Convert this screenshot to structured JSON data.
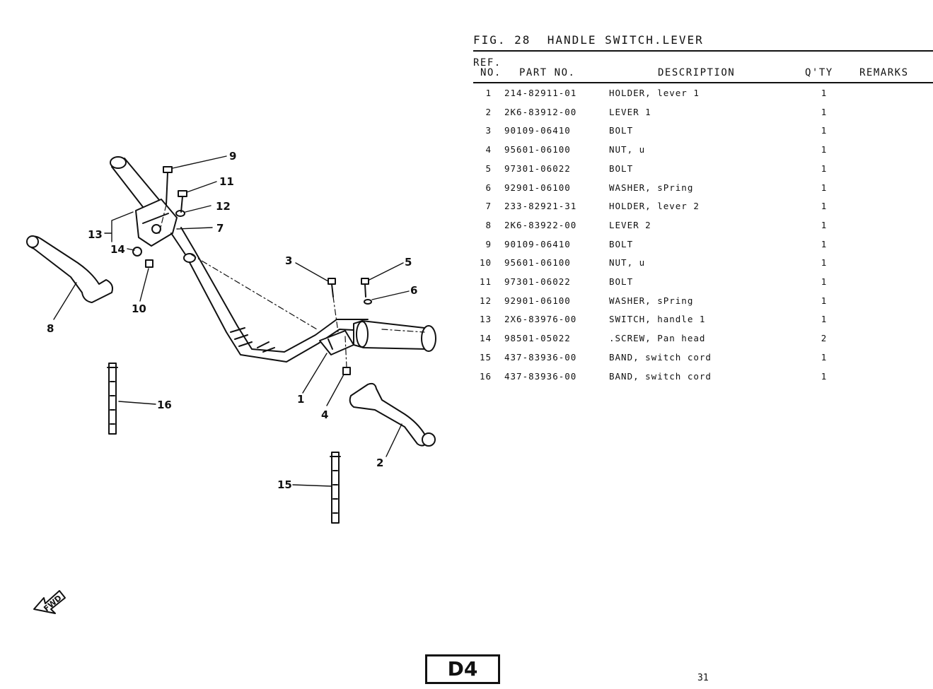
{
  "figure": {
    "title": "FIG. 28  HANDLE SWITCH.LEVER"
  },
  "table": {
    "headers": {
      "ref_line1": "REF.",
      "ref_line2": "NO.",
      "part_no": "PART NO.",
      "description": "DESCRIPTION",
      "qty": "Q'TY",
      "remarks": "REMARKS"
    },
    "rows": [
      {
        "ref": "1",
        "part": "214-82911-01",
        "desc": "HOLDER, lever 1",
        "qty": "1"
      },
      {
        "ref": "2",
        "part": "2K6-83912-00",
        "desc": "LEVER 1",
        "qty": "1"
      },
      {
        "ref": "3",
        "part": "90109-06410",
        "desc": "BOLT",
        "qty": "1"
      },
      {
        "ref": "4",
        "part": "95601-06100",
        "desc": "NUT, u",
        "qty": "1"
      },
      {
        "ref": "5",
        "part": "97301-06022",
        "desc": "BOLT",
        "qty": "1"
      },
      {
        "ref": "6",
        "part": "92901-06100",
        "desc": "WASHER, sPring",
        "qty": "1"
      },
      {
        "ref": "7",
        "part": "233-82921-31",
        "desc": "HOLDER, lever 2",
        "qty": "1"
      },
      {
        "ref": "8",
        "part": "2K6-83922-00",
        "desc": "LEVER 2",
        "qty": "1"
      },
      {
        "ref": "9",
        "part": "90109-06410",
        "desc": "BOLT",
        "qty": "1"
      },
      {
        "ref": "10",
        "part": "95601-06100",
        "desc": "NUT, u",
        "qty": "1"
      },
      {
        "ref": "11",
        "part": "97301-06022",
        "desc": "BOLT",
        "qty": "1"
      },
      {
        "ref": "12",
        "part": "92901-06100",
        "desc": "WASHER, sPring",
        "qty": "1"
      },
      {
        "ref": "13",
        "part": "2X6-83976-00",
        "desc": "SWITCH, handle 1",
        "qty": "1"
      },
      {
        "ref": "14",
        "part": "98501-05022",
        "desc": ".SCREW, Pan head",
        "qty": "2"
      },
      {
        "ref": "15",
        "part": "437-83936-00",
        "desc": "BAND, switch cord",
        "qty": "1"
      },
      {
        "ref": "16",
        "part": "437-83936-00",
        "desc": "BAND, switch cord",
        "qty": "1"
      }
    ]
  },
  "diagram": {
    "callouts": [
      "1",
      "2",
      "3",
      "4",
      "5",
      "6",
      "7",
      "8",
      "9",
      "10",
      "11",
      "12",
      "13",
      "14",
      "15",
      "16"
    ],
    "fwd_label": "FWD"
  },
  "footer": {
    "section_code": "D4",
    "page_number": "31"
  }
}
